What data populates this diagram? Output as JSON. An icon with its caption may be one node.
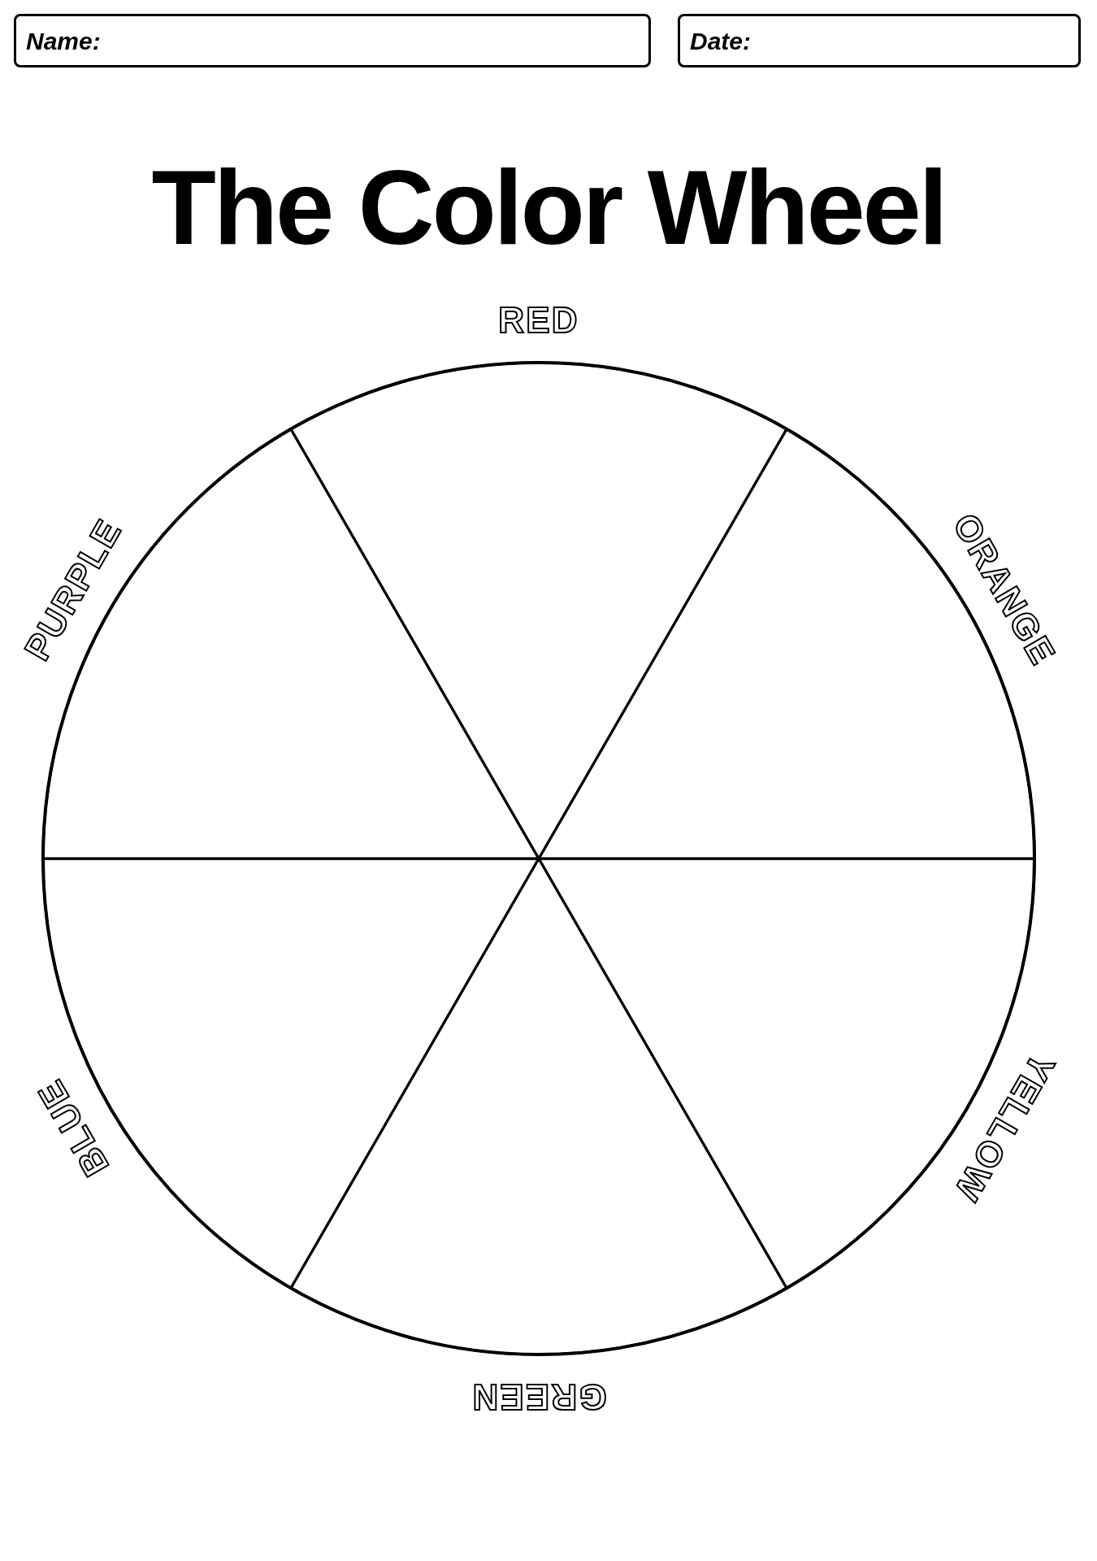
{
  "diagram": {
    "title": "The Color Wheel",
    "nodes": [
      {
        "text": [
          "Name:"
        ]
      },
      {
        "text": [
          "Date:"
        ]
      },
      {
        "text": [],
        "shape": "circle"
      },
      {
        "text": [],
        "shape": "wedge",
        "in": 2,
        "beside": [
          "RED"
        ]
      },
      {
        "text": [],
        "shape": "wedge",
        "in": 2,
        "beside": [
          "ORANGE"
        ]
      },
      {
        "text": [],
        "shape": "wedge",
        "in": 2,
        "beside": [
          "YELLOW"
        ]
      },
      {
        "text": [],
        "shape": "wedge",
        "in": 2,
        "beside": [
          "GREEN"
        ]
      },
      {
        "text": [],
        "shape": "wedge",
        "in": 2,
        "beside": [
          "BLUE"
        ]
      },
      {
        "text": [],
        "shape": "wedge",
        "in": 2,
        "beside": [
          "PURPLE"
        ]
      }
    ]
  }
}
